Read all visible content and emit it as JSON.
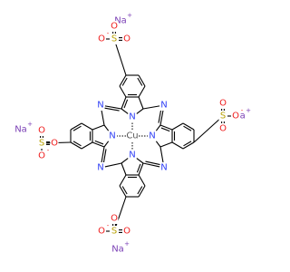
{
  "molecule": {
    "atoms": [
      {
        "id": "na1",
        "symbol": "Na",
        "charge": "+",
        "el": "Na"
      },
      {
        "id": "na2",
        "symbol": "Na",
        "charge": "+",
        "el": "Na"
      },
      {
        "id": "na3",
        "symbol": "Na",
        "charge": "+",
        "el": "Na"
      },
      {
        "id": "na4",
        "symbol": "Na",
        "charge": "+",
        "el": "Na"
      },
      {
        "id": "cu",
        "symbol": "Cu",
        "charge": "",
        "el": "Cu"
      },
      {
        "id": "n_top",
        "symbol": "N",
        "charge": "",
        "el": "N"
      },
      {
        "id": "n_left",
        "symbol": "N",
        "charge": "",
        "el": "N"
      },
      {
        "id": "n_right",
        "symbol": "N",
        "charge": "",
        "el": "N"
      },
      {
        "id": "n_bottom",
        "symbol": "N",
        "charge": "",
        "el": "N"
      },
      {
        "id": "n_tl",
        "symbol": "N",
        "charge": "",
        "el": "N"
      },
      {
        "id": "n_tr",
        "symbol": "N",
        "charge": "",
        "el": "N"
      },
      {
        "id": "n_bl",
        "symbol": "N",
        "charge": "",
        "el": "N"
      },
      {
        "id": "n_br",
        "symbol": "N",
        "charge": "",
        "el": "N"
      },
      {
        "id": "s_top",
        "symbol": "S",
        "charge": "",
        "el": "S"
      },
      {
        "id": "o_top_l",
        "symbol": "O",
        "charge": "-",
        "el": "O"
      },
      {
        "id": "o_top_u",
        "symbol": "O",
        "charge": "",
        "el": "O"
      },
      {
        "id": "o_top_r",
        "symbol": "O",
        "charge": "",
        "el": "O"
      },
      {
        "id": "s_right",
        "symbol": "S",
        "charge": "",
        "el": "S"
      },
      {
        "id": "o_right_u",
        "symbol": "O",
        "charge": "",
        "el": "O"
      },
      {
        "id": "o_right_r",
        "symbol": "O",
        "charge": "-",
        "el": "O"
      },
      {
        "id": "o_right_d",
        "symbol": "O",
        "charge": "",
        "el": "O"
      },
      {
        "id": "s_left",
        "symbol": "S",
        "charge": "",
        "el": "S"
      },
      {
        "id": "o_left_u",
        "symbol": "O",
        "charge": "",
        "el": "O"
      },
      {
        "id": "o_left_d",
        "symbol": "O",
        "charge": "-",
        "el": "O"
      },
      {
        "id": "o_left_r",
        "symbol": "O",
        "charge": "",
        "el": "O"
      },
      {
        "id": "s_bottom",
        "symbol": "S",
        "charge": "",
        "el": "S"
      },
      {
        "id": "o_bottom_l",
        "symbol": "O",
        "charge": "-",
        "el": "O"
      },
      {
        "id": "o_bottom_u",
        "symbol": "O",
        "charge": "",
        "el": "O"
      },
      {
        "id": "o_bottom_r",
        "symbol": "O",
        "charge": "",
        "el": "O"
      }
    ],
    "colors": {
      "bond": "#000000",
      "Na": "#7a3fb5",
      "N": "#2f3ff5",
      "O": "#ee1c1c",
      "S": "#b8a000",
      "Cu": "#555555"
    }
  }
}
